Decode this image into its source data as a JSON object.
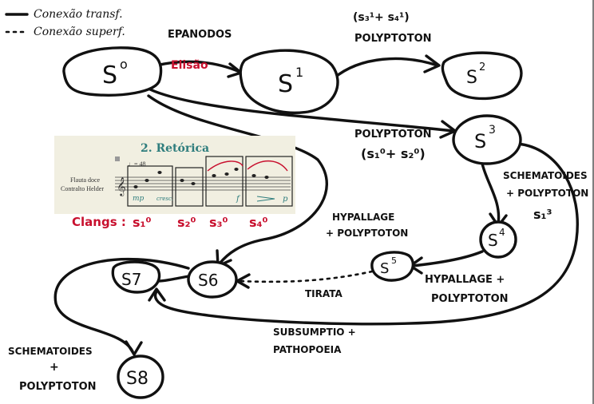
{
  "legend": {
    "solid": "Conexão transf.",
    "dashed": "Conexão superf.",
    "epanodos": "EPANODOS"
  },
  "nodes": {
    "s0": {
      "base": "S",
      "sup": "o"
    },
    "s1": {
      "base": "S",
      "sup": "1"
    },
    "s2": {
      "base": "S",
      "sup": "2"
    },
    "s3": {
      "base": "S",
      "sup": "3"
    },
    "s4": {
      "base": "S",
      "sup": "4"
    },
    "s5": {
      "base": "S",
      "sup": "5"
    },
    "s6": "S6",
    "s7": "S7",
    "s8": "S8"
  },
  "edges": {
    "s0_s1": "Elisão",
    "s1_s2": {
      "formula": "(s₃¹+ s₄¹)",
      "label": "POLYPTOTON"
    },
    "s0_s3": {
      "label": "POLYPTOTON",
      "formula": "(s₁⁰+ s₂⁰)"
    },
    "s3_s4": {
      "line1": "SCHEMATOIDES",
      "line2": "+ POLYPTOTON",
      "formula": "s₁³"
    },
    "s4_s5": {
      "line1": "HYPALLAGE +",
      "line2": "POLYPTOTON"
    },
    "s5_s6": "TIRATA",
    "s0_s6": {
      "line1": "HYPALLAGE",
      "line2": "+ POLYPTOTON"
    },
    "s3_s7": {
      "line1": "SUBSUMPTIO +",
      "line2": "PATHOPOEIA"
    },
    "s7_s8": {
      "line1": "SCHEMATOIDES",
      "line2": "+",
      "line3": "POLYPTOTON"
    }
  },
  "score": {
    "title": "2. Retórica",
    "tempo": "♩= 48",
    "instrument_line1": "Flauta doce",
    "instrument_line2": "Contralto Helder",
    "dyn_mp": "mp",
    "dyn_cresc": "cresc.",
    "dyn_f": "f",
    "dyn_p": "p"
  },
  "clangs": {
    "label": "Clangs :",
    "items": [
      "s₁⁰",
      "s₂⁰",
      "s₃⁰",
      "s₄⁰"
    ]
  }
}
